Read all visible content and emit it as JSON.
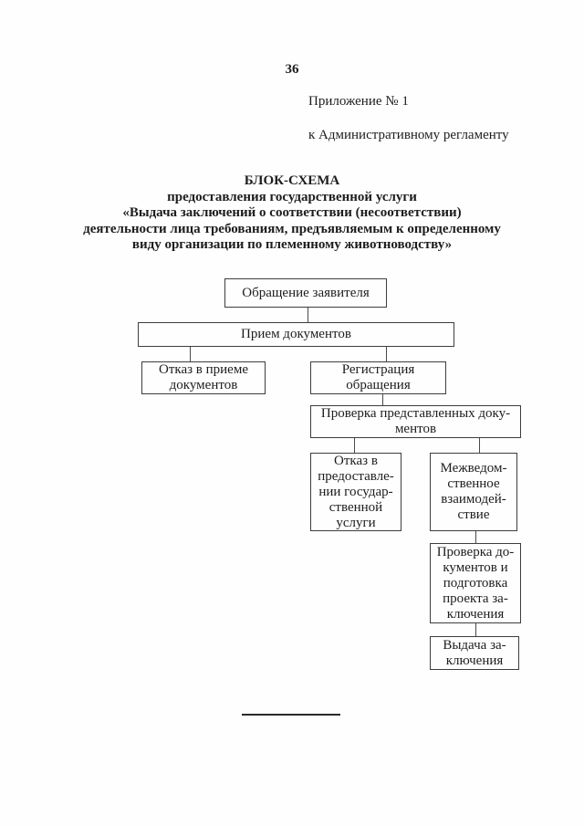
{
  "page": {
    "number": "36"
  },
  "header": {
    "appendix_line1": "Приложение № 1",
    "appendix_line2": "к Административному регламенту"
  },
  "title": {
    "lines": [
      "БЛОК-СХЕМА",
      "предоставления государственной услуги",
      "«Выдача заключений о соответствии (несоответствии)",
      "деятельности лица требованиям, предъявляемым к определенному",
      "виду организации по племенному животноводству»"
    ]
  },
  "flowchart": {
    "nodes": {
      "applicant": "Обращение заявителя",
      "reception": "Прием документов",
      "refusal_reception": "Отказ в приеме\nдокументов",
      "registration": "Регистрация\nобращения",
      "check_documents": "Проверка представленных доку-\nментов",
      "refusal_service": "Отказ в\nпредоставле-\nнии государ-\nственной\nуслуги",
      "interagency": "Межведом-\nственное\nвзаимодей-\nствие",
      "check_and_draft": "Проверка до-\nкументов и\nподготовка\nпроекта за-\nключения",
      "issue_conclusion": "Выдача за-\nключения"
    },
    "edges": [
      {
        "from": "applicant",
        "to": "reception"
      },
      {
        "from": "reception",
        "to": "refusal_reception"
      },
      {
        "from": "reception",
        "to": "registration"
      },
      {
        "from": "registration",
        "to": "check_documents"
      },
      {
        "from": "check_documents",
        "to": "refusal_service"
      },
      {
        "from": "check_documents",
        "to": "interagency"
      },
      {
        "from": "interagency",
        "to": "check_and_draft"
      },
      {
        "from": "check_and_draft",
        "to": "issue_conclusion"
      }
    ]
  }
}
